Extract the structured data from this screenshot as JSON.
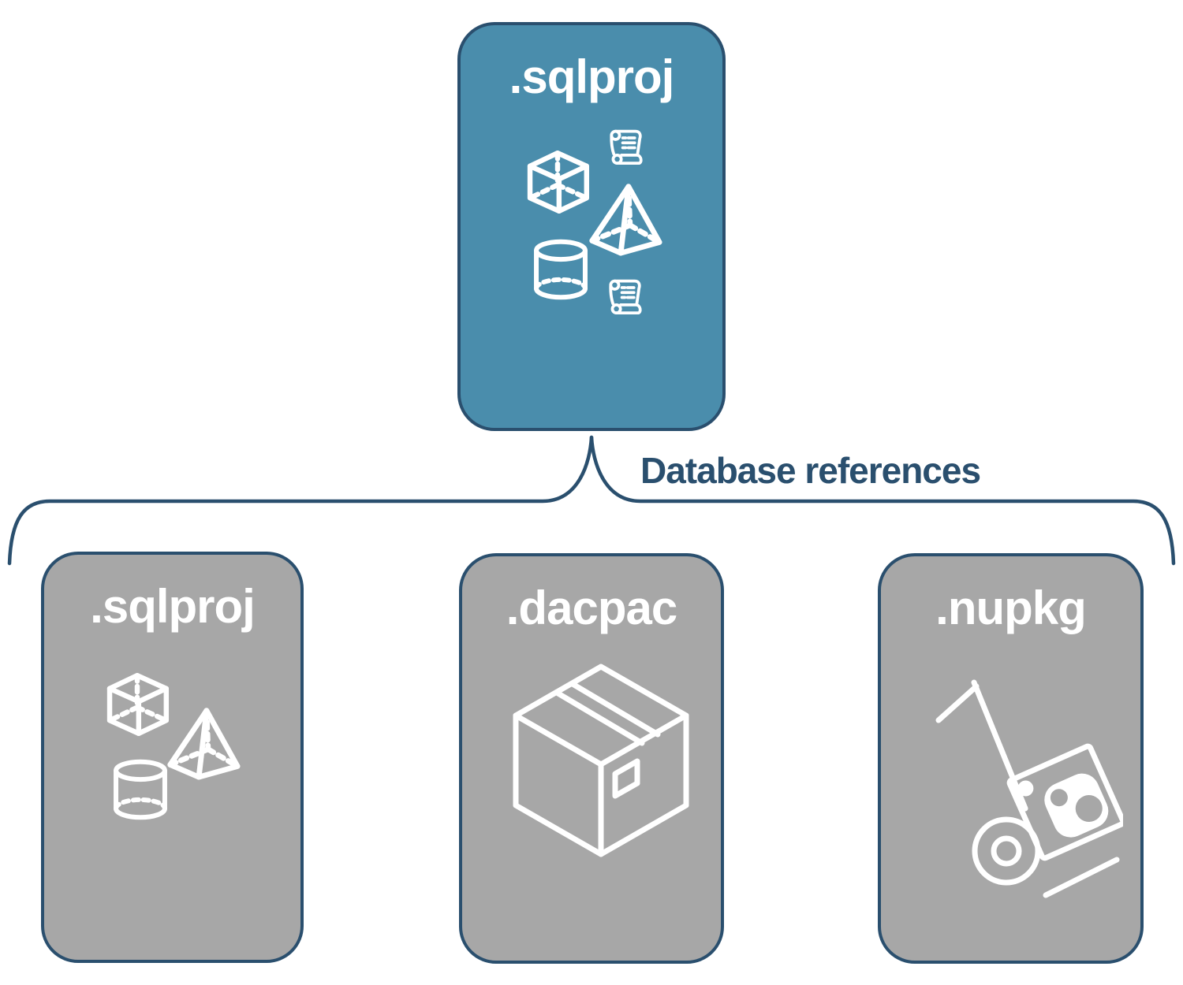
{
  "diagram": {
    "root_card": {
      "label": ".sqlproj",
      "icons": [
        "scroll-icon",
        "cube-icon",
        "pyramid-icon",
        "cylinder-icon",
        "scroll-icon"
      ]
    },
    "connector": {
      "label": "Database references"
    },
    "children": [
      {
        "label": ".sqlproj",
        "icons": [
          "cube-icon",
          "pyramid-icon",
          "cylinder-icon"
        ]
      },
      {
        "label": ".dacpac",
        "icons": [
          "package-box-icon"
        ]
      },
      {
        "label": ".nupkg",
        "icons": [
          "hand-truck-package-icon"
        ]
      }
    ],
    "colors": {
      "root_fill": "#4A8DAC",
      "child_fill": "#A7A7A7",
      "outline": "#2A4F6E",
      "icon": "#FFFFFF",
      "canvas": "#FFFFFF"
    }
  }
}
